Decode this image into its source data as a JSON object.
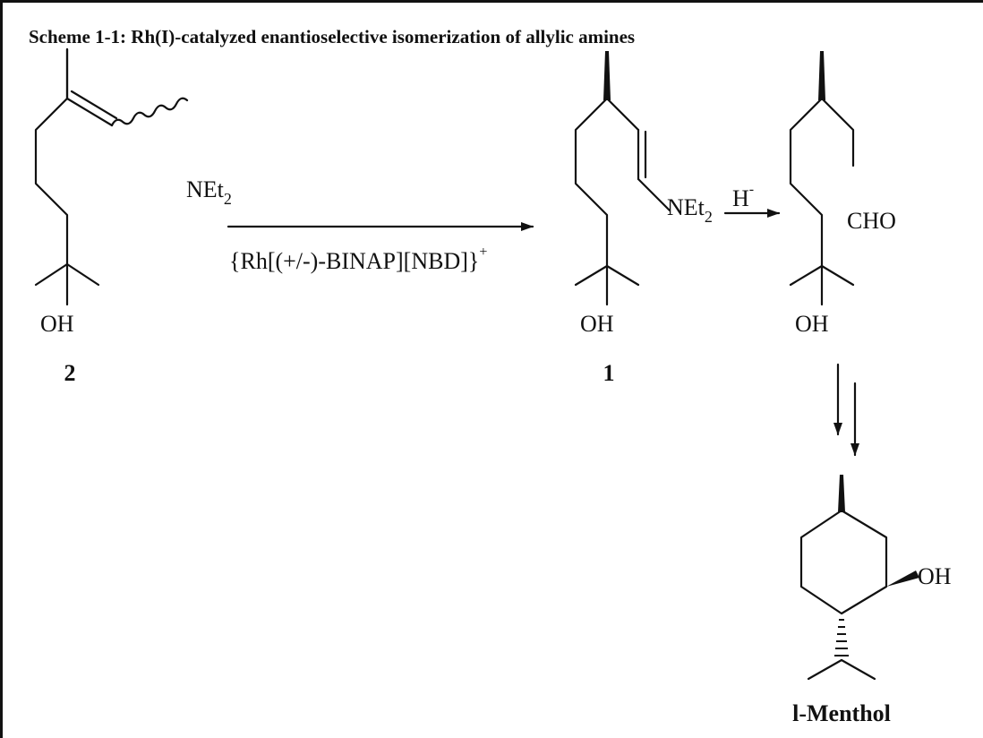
{
  "title": "Scheme 1-1: Rh(I)-catalyzed enantioselective isomerization of allylic amines",
  "compound_2": {
    "amine_label": "NEt",
    "amine_subscript": "2",
    "hydroxyl_label": "OH",
    "number": "2"
  },
  "arrow_1": {
    "reagent_prefix": "{Rh[(+/-)-BINAP][NBD]}",
    "reagent_charge": "+"
  },
  "compound_1": {
    "amine_label": "NEt",
    "amine_subscript": "2",
    "hydroxyl_label": "OH",
    "number": "1"
  },
  "arrow_2": {
    "reagent": "H",
    "reagent_charge": "-"
  },
  "aldehyde": {
    "aldehyde_label": "CHO",
    "hydroxyl_label": "OH"
  },
  "menthol": {
    "hydroxyl_label": "OH",
    "name": "l-Menthol"
  }
}
